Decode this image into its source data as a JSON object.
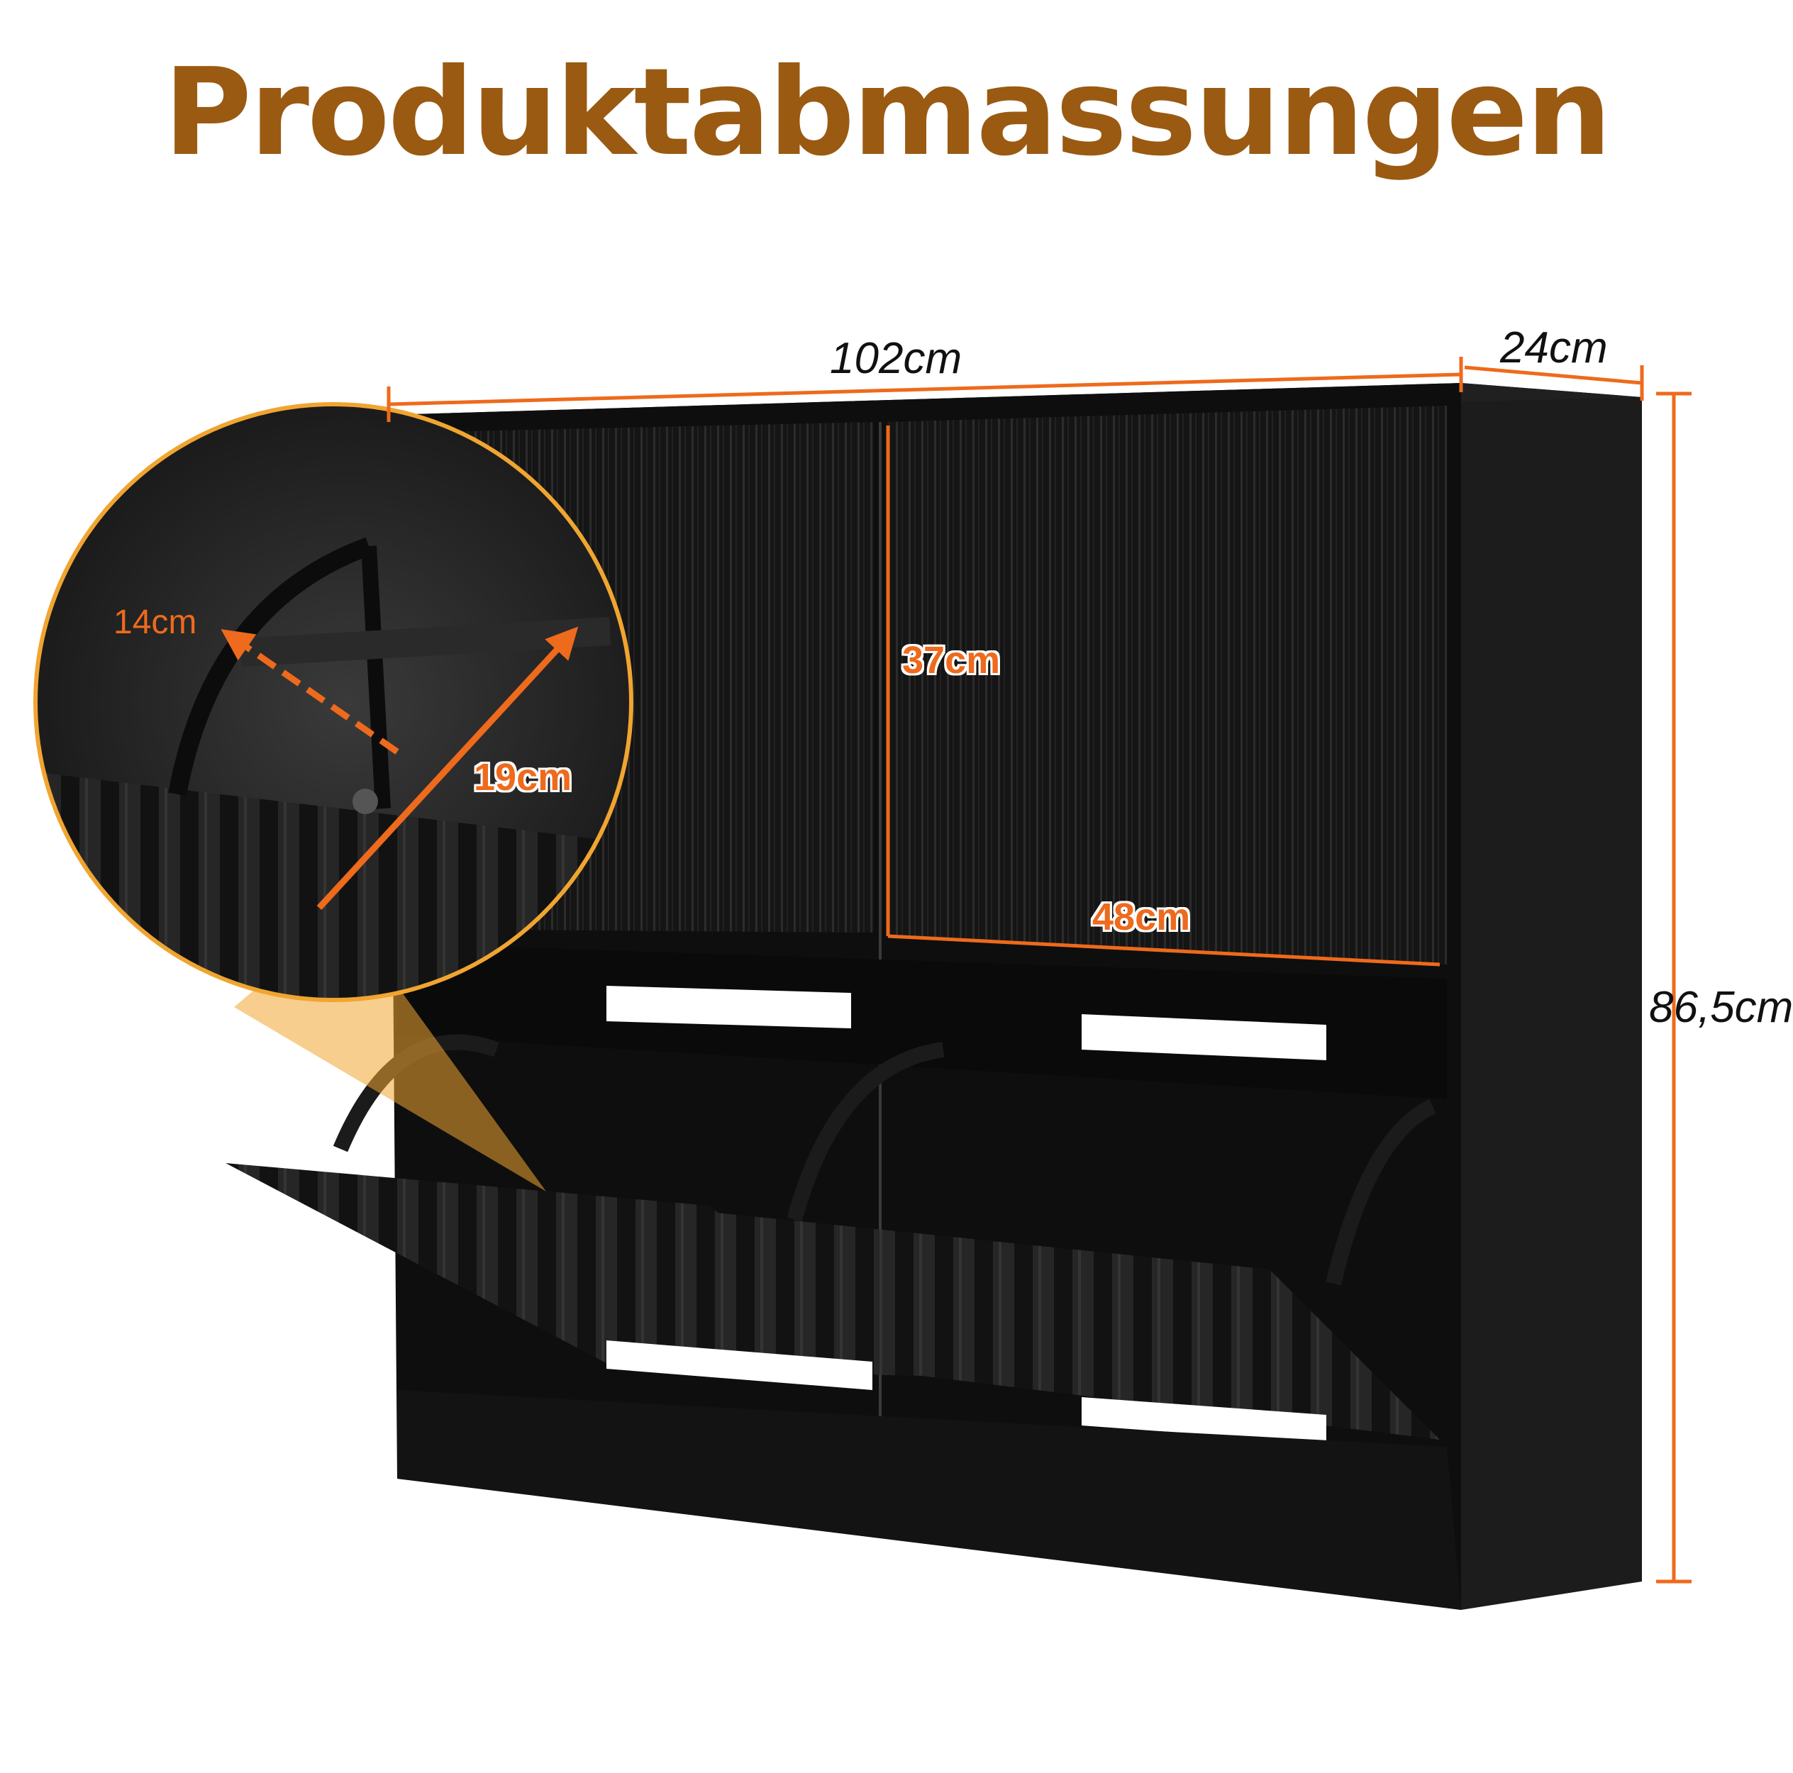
{
  "title": "Produktabmassungen",
  "colors": {
    "title": "#9a5a12",
    "accent": "#ee6a1c",
    "lens": "#f0a531",
    "cabinet": "#141414",
    "cabinet_side": "#1c1c1c",
    "slat": "#262626"
  },
  "dimensions": {
    "width": "102cm",
    "depth": "24cm",
    "height": "86,5cm",
    "door_height": "37cm",
    "door_width": "48cm",
    "flap_depth": "19cm",
    "bracket": "14cm"
  },
  "icons": {
    "zoom": "magnifier-circle-icon",
    "arrow": "dimension-arrow-icon"
  }
}
